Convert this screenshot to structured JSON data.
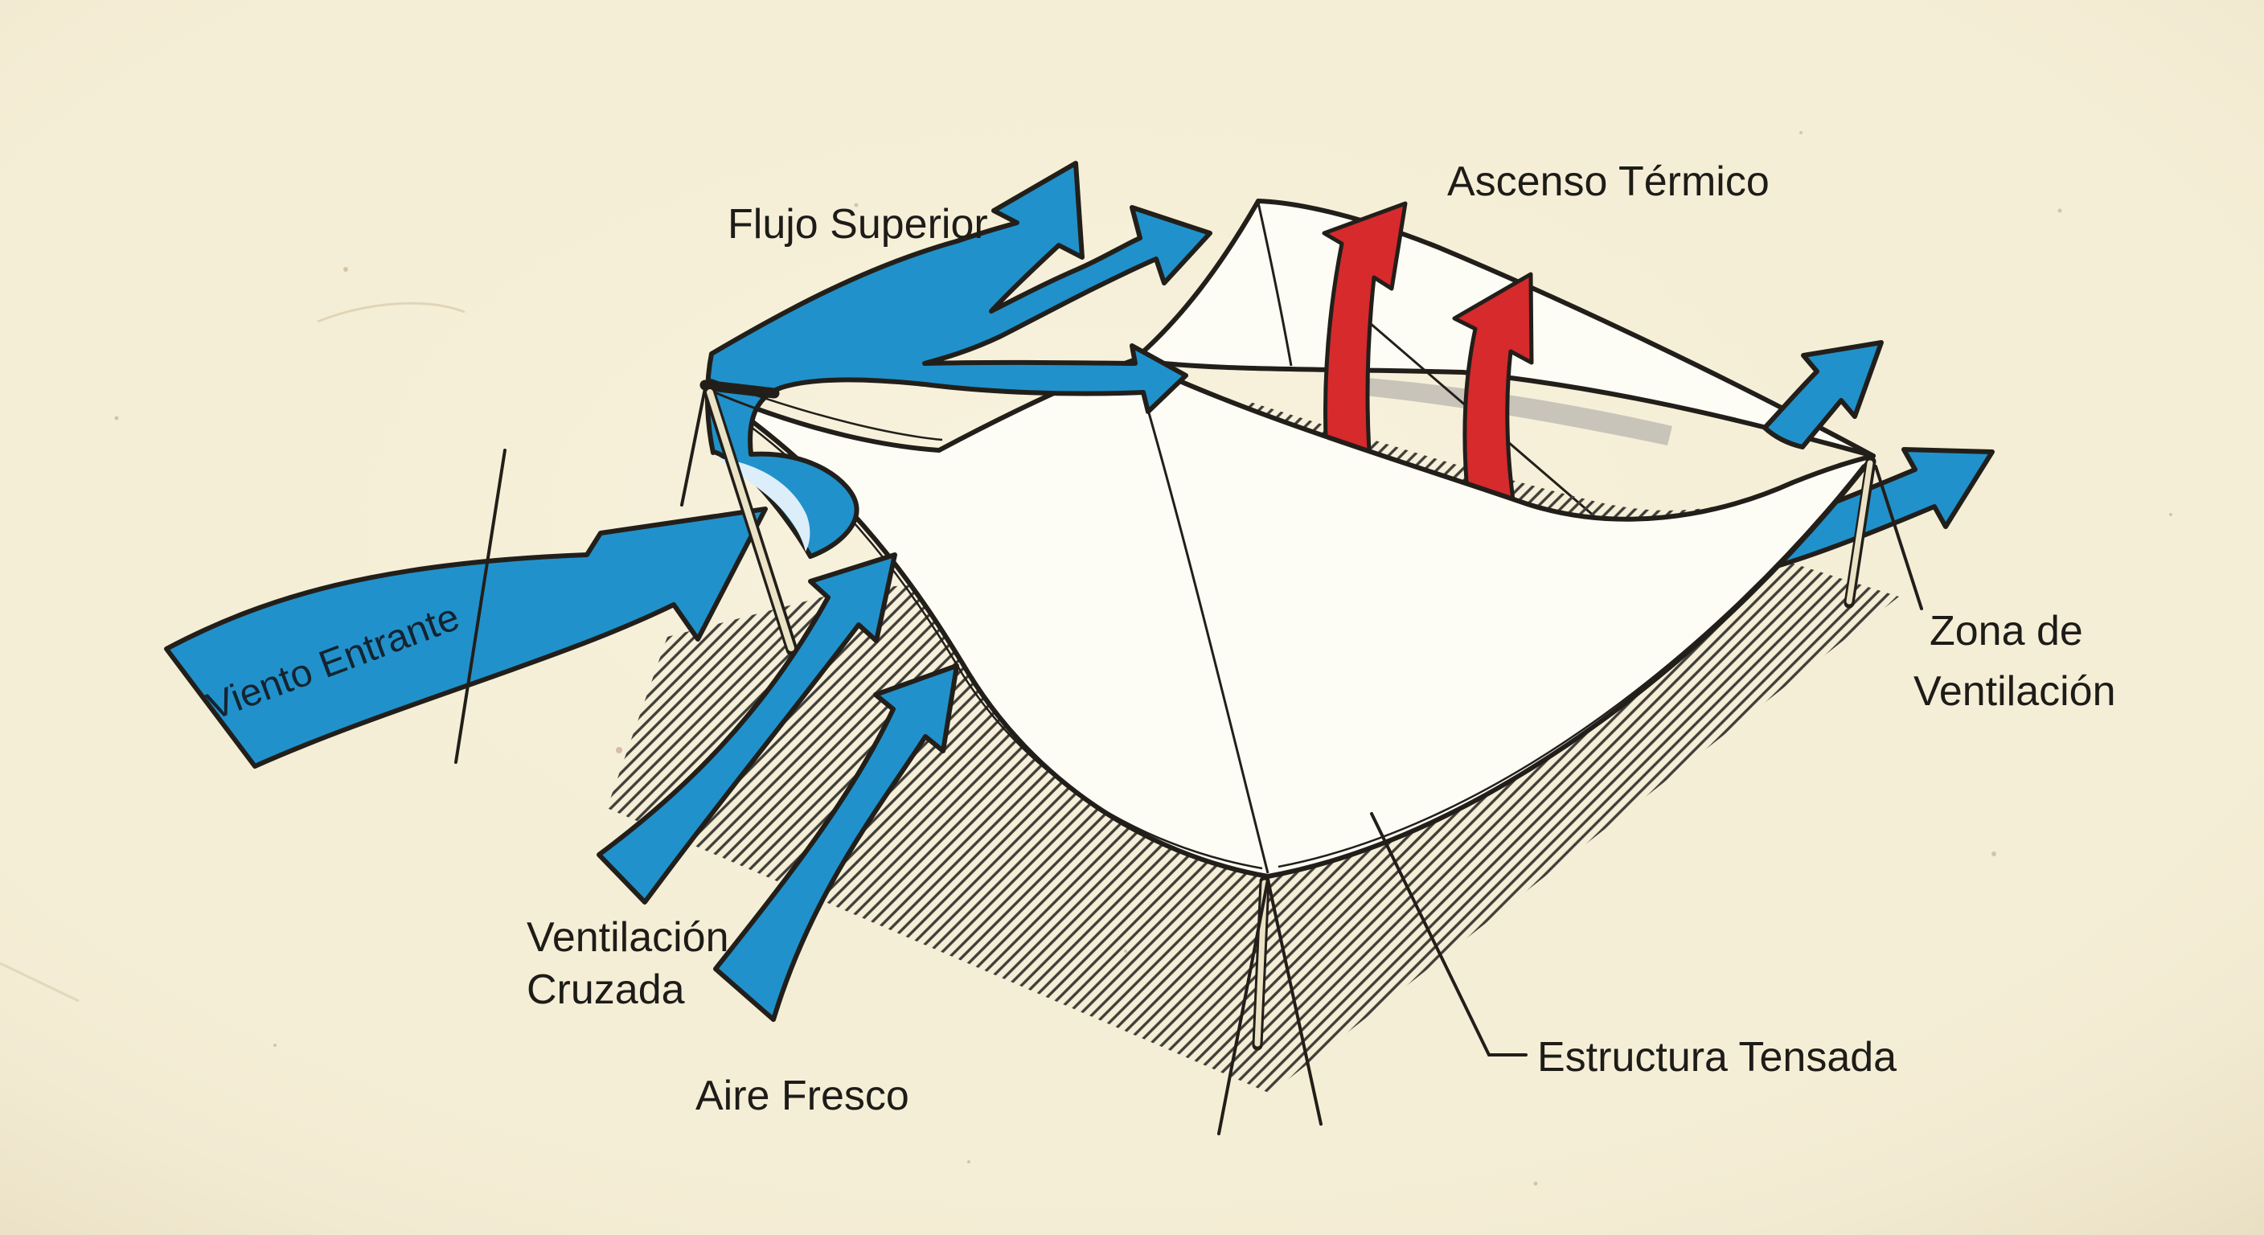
{
  "diagram_title": "Tensile canopy ventilation diagram",
  "labels": {
    "flujo_superior": "Flujo Superior",
    "ascenso_termico": "Ascenso Térmico",
    "viento_entrante": "Viento Entrante",
    "ventilacion_cruzada": {
      "line1": "Ventilación",
      "line2": "Cruzada"
    },
    "aire_fresco": "Aire Fresco",
    "zona_ventilacion": {
      "line1": "Zona de",
      "line2": "Ventilación"
    },
    "estructura_tensada": "Estructura Tensada"
  },
  "colors": {
    "paper": "#f5eed6",
    "airflow_blue": "#2191cb",
    "thermal_red": "#d62a2c",
    "ink": "#221f1a",
    "canvas_white": "#fdfcf5",
    "shade_grey": "#c8c4b9"
  }
}
